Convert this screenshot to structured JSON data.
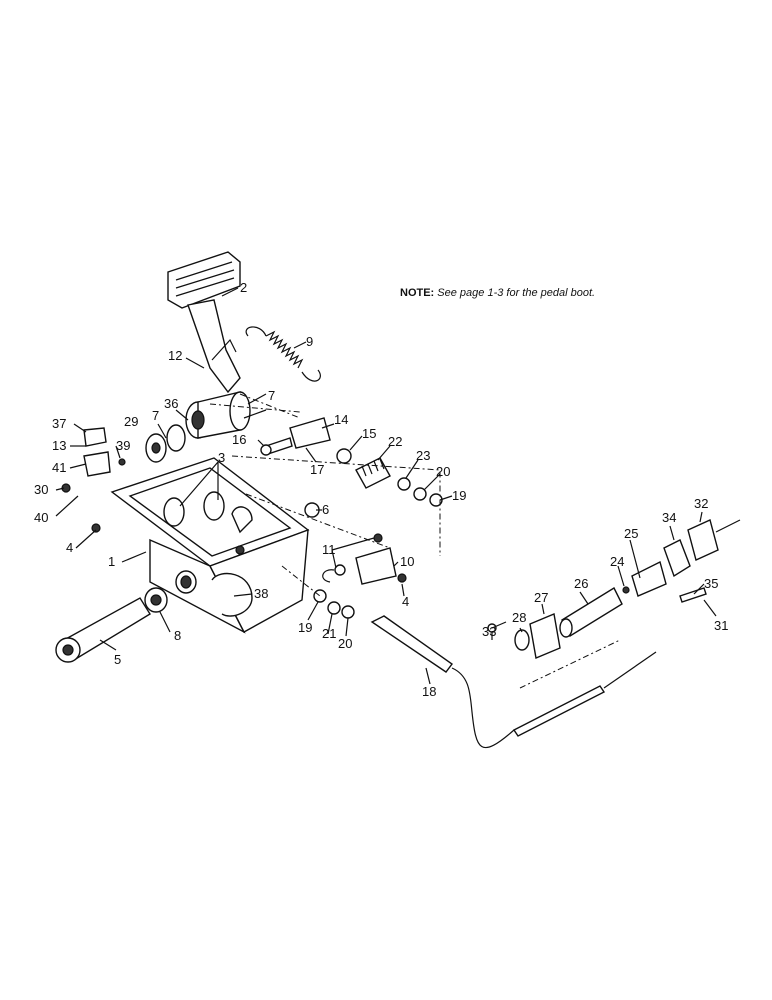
{
  "note": {
    "prefix": "NOTE:",
    "text": " See page 1-3 for the pedal boot."
  },
  "callouts": {
    "c1": "1",
    "c2": "2",
    "c3": "3",
    "c4a": "4",
    "c4b": "4",
    "c5": "5",
    "c6": "6",
    "c7a": "7",
    "c7b": "7",
    "c8": "8",
    "c9": "9",
    "c10": "10",
    "c11": "11",
    "c12": "12",
    "c13": "13",
    "c14": "14",
    "c15": "15",
    "c16": "16",
    "c17": "17",
    "c18": "18",
    "c19a": "19",
    "c19b": "19",
    "c20a": "20",
    "c20b": "20",
    "c21": "21",
    "c22": "22",
    "c23": "23",
    "c24": "24",
    "c25": "25",
    "c26": "26",
    "c27": "27",
    "c28": "28",
    "c29": "29",
    "c30": "30",
    "c31": "31",
    "c32": "32",
    "c33": "33",
    "c34": "34",
    "c35": "35",
    "c36": "36",
    "c37": "37",
    "c38": "38",
    "c39": "39",
    "c40": "40",
    "c41": "41"
  }
}
